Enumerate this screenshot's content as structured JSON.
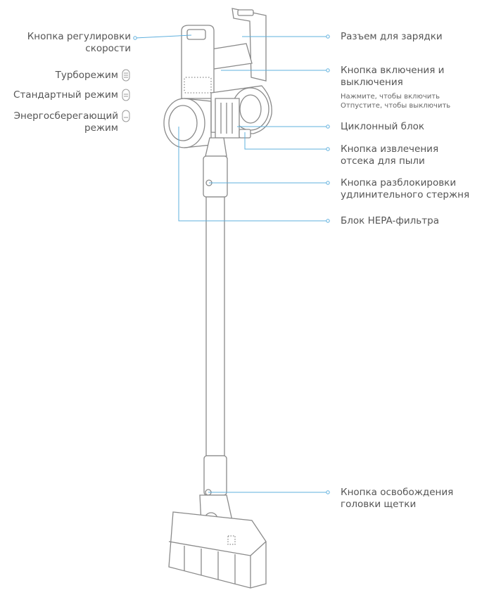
{
  "colors": {
    "leader": "#5fb0de",
    "outline": "#8a8a8a",
    "text": "#555555"
  },
  "labels": {
    "speed_button": "Кнопка регулировки скорости",
    "speed_button_line1": "Кнопка регулировки",
    "speed_button_line2": "скорости",
    "turbo": "Турборежим",
    "standard": "Стандартный режим",
    "eco_line1": "Энергосберегающий",
    "eco_line2": "режим",
    "charging_port": "Разъем для зарядки",
    "power_line1": "Кнопка включения и",
    "power_line2": "выключения",
    "power_hint1": "Нажмите, чтобы включить",
    "power_hint2": "Отпустите, чтобы выключить",
    "cyclone": "Циклонный блок",
    "dust_line1": "Кнопка извлечения",
    "dust_line2": "отсека для пыли",
    "rod_line1": "Кнопка разблокировки",
    "rod_line2": "удлинительного стержня",
    "hepa": "Блок HEPA-фильтра",
    "brush_line1": "Кнопка освобождения",
    "brush_line2": "головки щетки"
  }
}
